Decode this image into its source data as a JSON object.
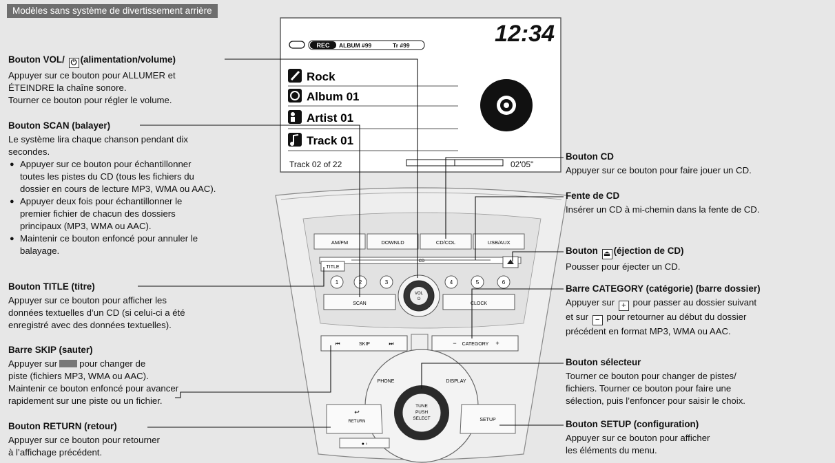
{
  "section_tag": "Modèles sans système de divertissement arrière",
  "display": {
    "clock": "12:34",
    "status_rec": "REC",
    "status_album": "ALBUM #99",
    "status_track": "Tr #99",
    "rows": [
      {
        "icon": "genre-icon",
        "text": "Rock"
      },
      {
        "icon": "album-icon",
        "text": "Album 01"
      },
      {
        "icon": "artist-icon",
        "text": "Artist 01"
      },
      {
        "icon": "track-icon",
        "text": "Track 01"
      }
    ],
    "track_count": "Track 02 of 22",
    "elapsed": "02'05\""
  },
  "panel": {
    "buttons": [
      "AM/FM",
      "DOWNLD",
      "CD/COL",
      "USB/AUX"
    ],
    "title_label": "TITLE",
    "presets": [
      "1",
      "2",
      "3",
      "4",
      "5",
      "6"
    ],
    "scan_label": "SCAN",
    "clock_label": "CLOCK",
    "vol_label": "VOL",
    "skip_label": "SKIP",
    "category_label": "CATEGORY",
    "phone_label": "PHONE",
    "display_label": "DISPLAY",
    "knob_label": [
      "TUNE",
      "PUSH",
      "SELECT"
    ],
    "return_label": "RETURN",
    "setup_label": "SETUP",
    "slot_label": "CD"
  },
  "left": {
    "vol": {
      "title_pre": "Bouton VOL/",
      "title_post": "(alimentation/volume)",
      "lines": [
        "Appuyer sur ce bouton pour ALLUMER et",
        "ÉTEINDRE la chaîne sonore.",
        "Tourner ce bouton pour régler le volume."
      ]
    },
    "scan": {
      "title": "Bouton SCAN (balayer)",
      "intro": [
        "Le système lira chaque chanson pendant dix",
        "secondes."
      ],
      "bullets": [
        [
          "Appuyer sur ce bouton pour échantillonner",
          "toutes les pistes du CD (tous les fichiers du",
          "dossier en cours de lecture MP3, WMA ou AAC)."
        ],
        [
          "Appuyer deux fois pour échantillonner le",
          "premier fichier de chacun des dossiers",
          "principaux (MP3, WMA ou AAC)."
        ],
        [
          "Maintenir ce bouton enfoncé pour annuler le",
          "balayage."
        ]
      ]
    },
    "title_btn": {
      "title": "Bouton TITLE (titre)",
      "lines": [
        "Appuyer sur ce bouton pour afficher les",
        "données textuelles d’un CD (si celui-ci a été",
        "enregistré avec des données textuelles)."
      ]
    },
    "skip": {
      "title": "Barre SKIP (sauter)",
      "line1_pre": "Appuyer sur",
      "line1_post": "pour changer de",
      "lines": [
        "piste (fichiers MP3, WMA ou AAC).",
        "Maintenir ce bouton enfoncé pour avancer",
        "rapidement sur une piste ou un fichier."
      ]
    },
    "return_btn": {
      "title": "Bouton RETURN (retour)",
      "lines": [
        "Appuyer sur ce bouton pour retourner",
        "à l’affichage précédent."
      ]
    }
  },
  "right": {
    "cd": {
      "title": "Bouton CD",
      "lines": [
        "Appuyer sur ce bouton pour faire jouer un CD."
      ]
    },
    "slot": {
      "title": "Fente de CD",
      "lines": [
        "Insérer un CD à mi-chemin dans la fente de CD."
      ]
    },
    "eject": {
      "title_pre": "Bouton",
      "title_post": "(éjection de CD)",
      "lines": [
        "Pousser pour éjecter un CD."
      ]
    },
    "category": {
      "title": "Barre CATEGORY (catégorie) (barre dossier)",
      "l1_pre": "Appuyer sur",
      "l1_post": "pour passer au dossier suivant",
      "l2_pre": "et sur",
      "l2_post": "pour retourner au début du dossier",
      "l3": "précédent en format MP3, WMA ou AAC."
    },
    "selector": {
      "title": "Bouton sélecteur",
      "lines": [
        "Tourner ce bouton pour changer de pistes/",
        "fichiers. Tourner ce bouton pour faire une",
        "sélection, puis l’enfoncer pour saisir le choix."
      ]
    },
    "setup": {
      "title": "Bouton SETUP (configuration)",
      "lines": [
        "Appuyer sur ce bouton pour afficher",
        "les éléments du menu."
      ]
    }
  }
}
